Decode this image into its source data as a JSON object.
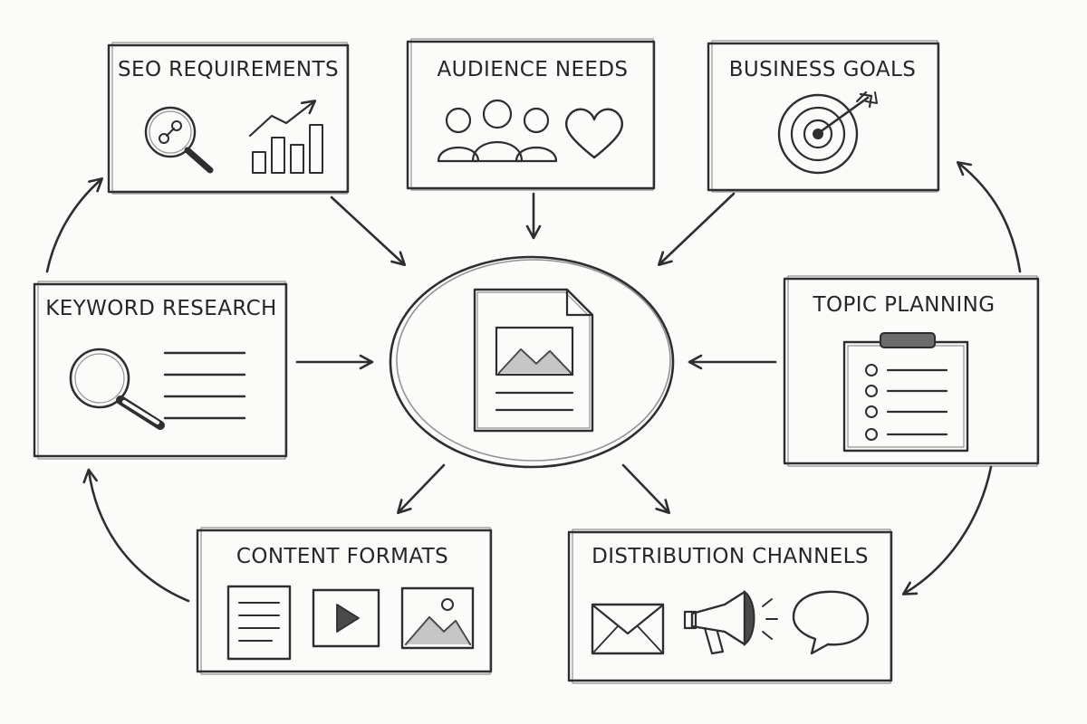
{
  "boxes": {
    "seo_requirements": {
      "title": "SEO REQUIREMENTS"
    },
    "audience_needs": {
      "title": "AUDIENCE NEEDS"
    },
    "business_goals": {
      "title": "BUSINESS GOALS"
    },
    "keyword_research": {
      "title": "KEYWORD RESEARCH"
    },
    "topic_planning": {
      "title": "TOPIC PLANNING"
    },
    "content_formats": {
      "title": "CONTENT FORMATS"
    },
    "distribution_channels": {
      "title": "DISTRIBUTION CHANNELS"
    }
  },
  "icons": {
    "seo_requirements": [
      "magnifier-link-icon",
      "bar-chart-trend-icon"
    ],
    "audience_needs": [
      "people-group-icon",
      "heart-icon"
    ],
    "business_goals": [
      "target-arrow-icon"
    ],
    "keyword_research": [
      "magnifier-icon",
      "text-lines-icon"
    ],
    "topic_planning": [
      "clipboard-checklist-icon"
    ],
    "content_formats": [
      "document-icon",
      "video-play-icon",
      "image-icon"
    ],
    "distribution_channels": [
      "envelope-icon",
      "megaphone-icon",
      "speech-bubble-icon"
    ],
    "center": [
      "content-document-icon"
    ]
  },
  "colors": {
    "ink": "#2e2e2e",
    "background": "#fbfbfa"
  }
}
